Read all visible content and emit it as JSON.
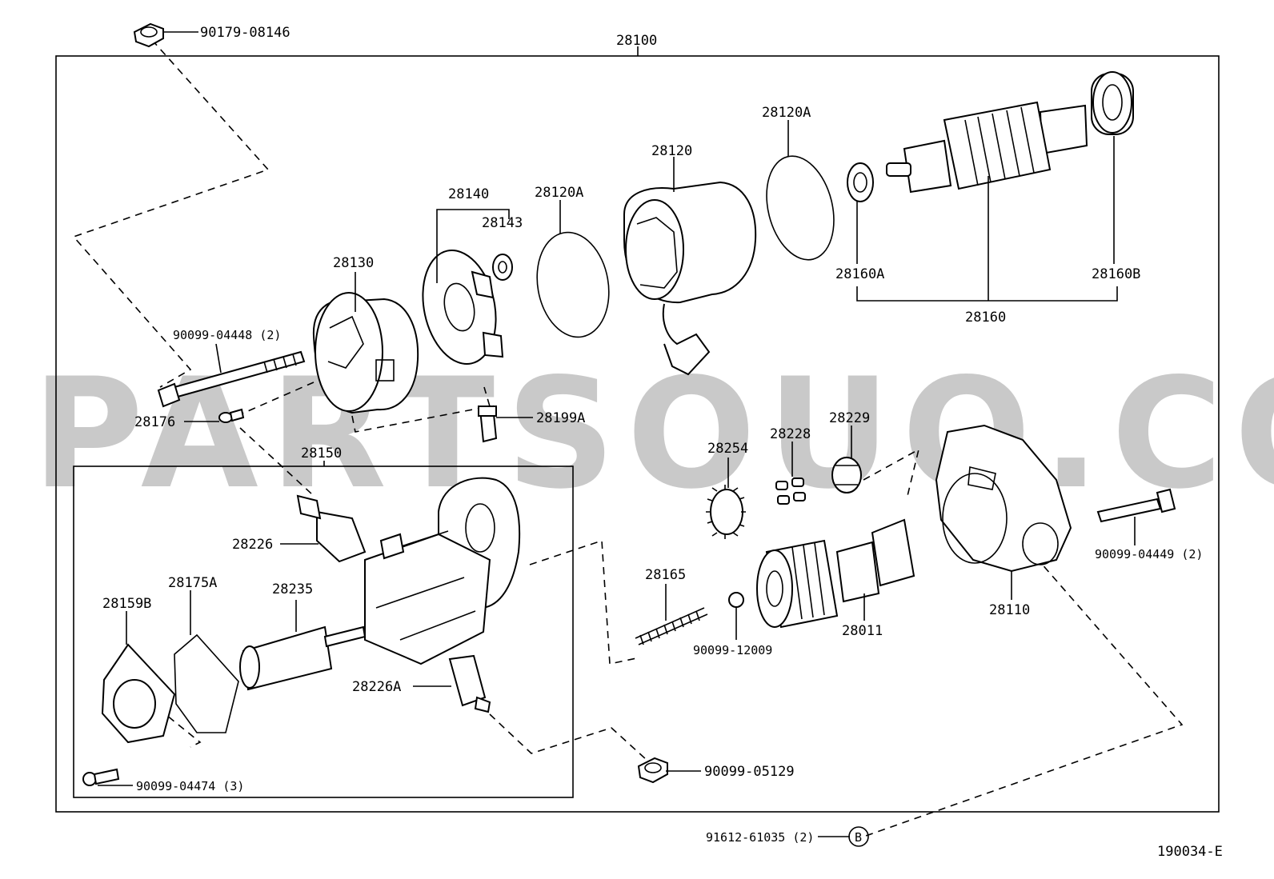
{
  "watermark": "PARTSOUQ.COM",
  "figure_code": "190034-E",
  "assembly_label": "28100",
  "subassembly_label": "28150",
  "callouts": {
    "p90179_08146": "90179-08146",
    "p28120A_top": "28120A",
    "p28120": "28120",
    "p28140": "28140",
    "p28143": "28143",
    "p28120A_mid": "28120A",
    "p28130": "28130",
    "p28160A": "28160A",
    "p28160B": "28160B",
    "p28160": "28160",
    "p90099_04448": "90099-04448 (2)",
    "p28176": "28176",
    "p28199A": "28199A",
    "p28229": "28229",
    "p28228": "28228",
    "p28254": "28254",
    "p28226": "28226",
    "p28175A": "28175A",
    "p28235": "28235",
    "p28159B": "28159B",
    "p28165": "28165",
    "p28110": "28110",
    "p90099_04449": "90099-04449 (2)",
    "p28011": "28011",
    "p90099_12009": "90099-12009",
    "p28226A": "28226A",
    "p90099_05129": "90099-05129",
    "p90099_04474": "90099-04474 (3)",
    "p91612_61035": "91612-61035 (2)",
    "ref_b": "B"
  }
}
